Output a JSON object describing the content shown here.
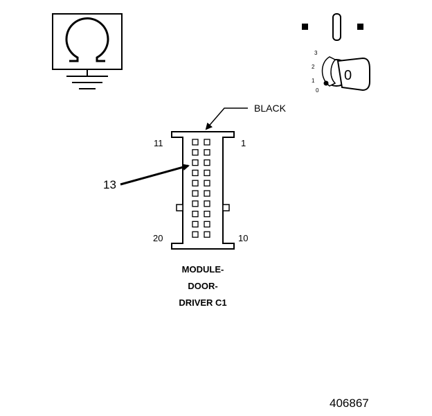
{
  "ohmmeter": {
    "symbol": "Ω",
    "icon": "ohmmeter-with-ground-icon"
  },
  "ignition": {
    "icon": "ignition-key-icon",
    "positions": [
      "3",
      "2",
      "1",
      "0"
    ],
    "key_label": "0"
  },
  "connector": {
    "wire_color": "BLACK",
    "pin_labels": {
      "top_left": "11",
      "top_right": "1",
      "bottom_left": "20",
      "bottom_right": "10"
    },
    "rows": 10,
    "columns": 2,
    "callout": "13",
    "name_lines": [
      "MODULE-",
      "DOOR-",
      "DRIVER C1"
    ]
  },
  "figure_number": "406867"
}
